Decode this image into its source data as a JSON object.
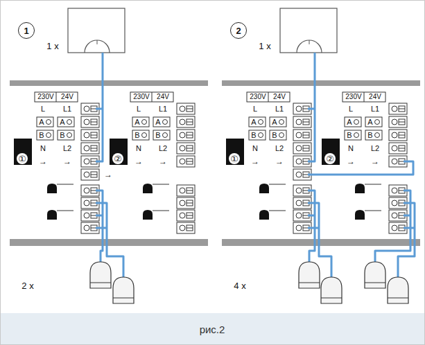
{
  "diagram": {
    "caption": "рис.2",
    "nodes": [
      {
        "text": [
          "1"
        ]
      },
      {
        "text": [
          "2"
        ]
      }
    ],
    "labels": [
      "1 x",
      "230V",
      "24V",
      "L",
      "L1",
      "A",
      "A",
      "B",
      "B",
      "N",
      "L2",
      "→",
      "→",
      "①",
      "230V",
      "24V",
      "L",
      "L1",
      "A",
      "A",
      "B",
      "B",
      "N",
      "L2",
      "→",
      "→",
      "②",
      "→",
      "2 x",
      "1 x",
      "230V",
      "24V",
      "L",
      "L1",
      "A",
      "A",
      "B",
      "B",
      "N",
      "L2",
      "→",
      "→",
      "①",
      "230V",
      "24V",
      "L",
      "L1",
      "A",
      "A",
      "B",
      "B",
      "N",
      "L2",
      "→",
      "→",
      "②",
      "4 x"
    ]
  }
}
